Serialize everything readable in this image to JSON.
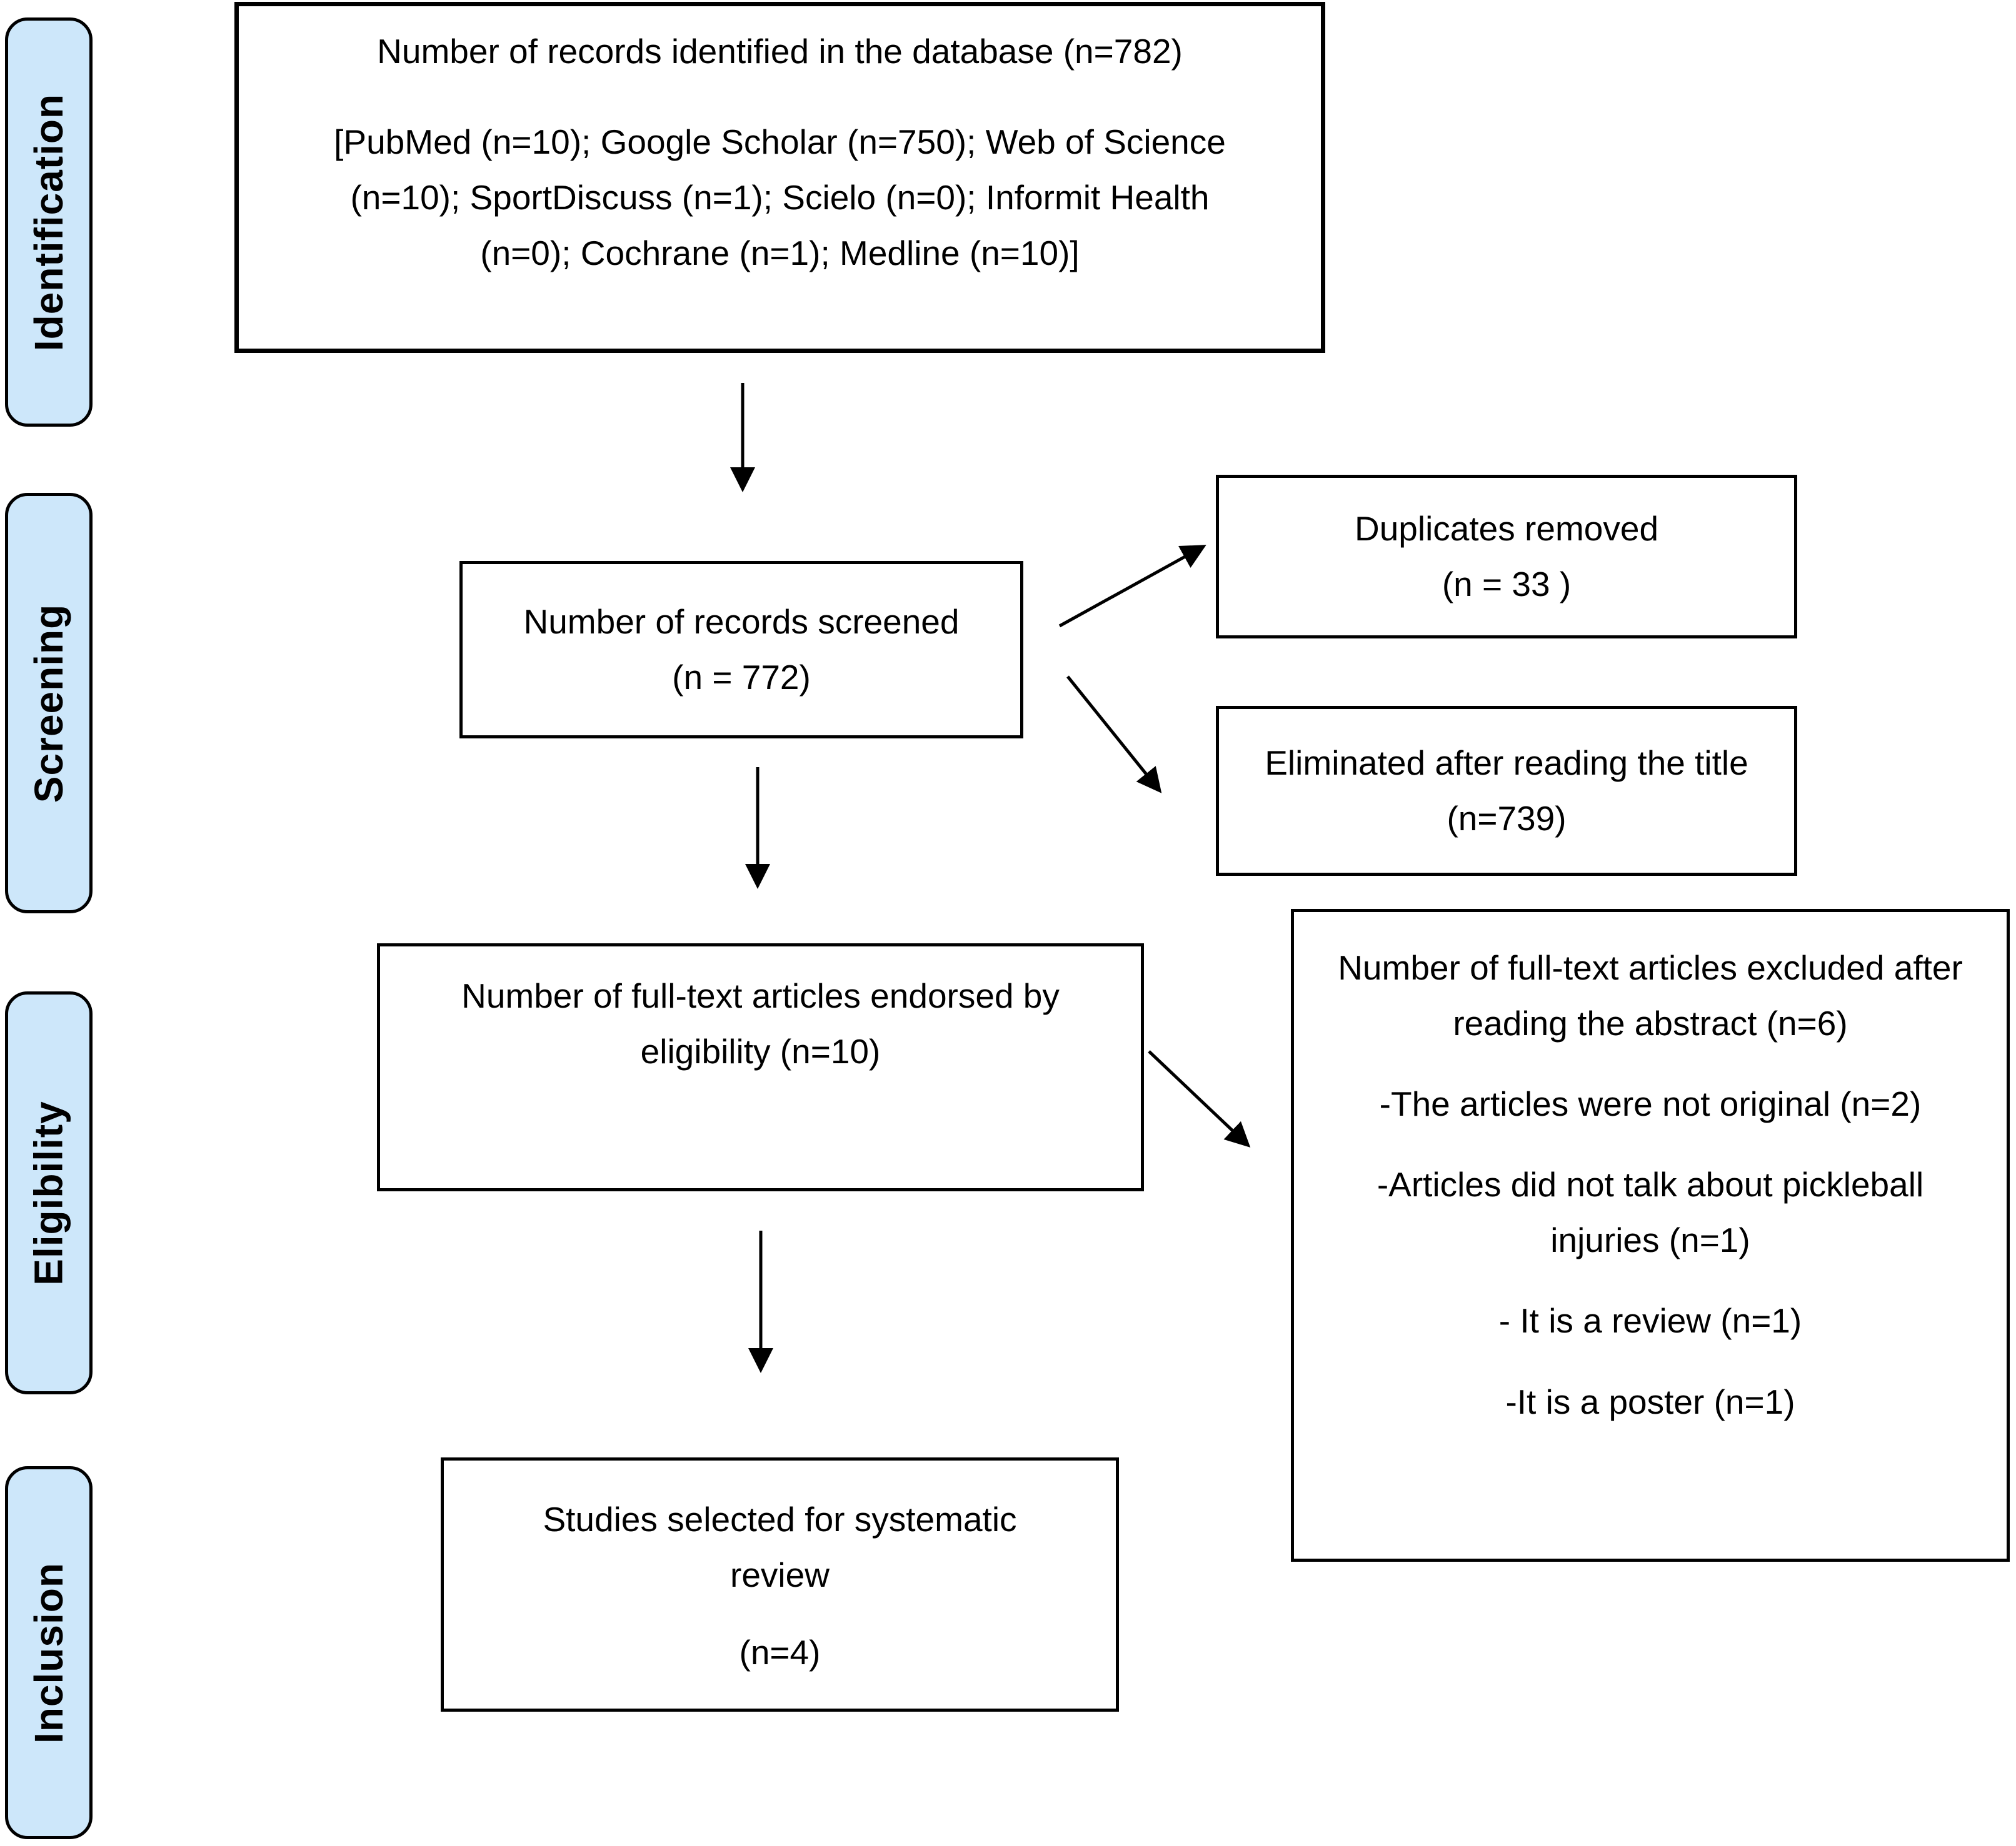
{
  "colors": {
    "stage_fill": "#cde7fa",
    "stage_border": "#000000",
    "box_fill": "#ffffff",
    "box_border": "#000000",
    "arrow": "#000000",
    "text": "#000000"
  },
  "stages": [
    {
      "label": "Identification"
    },
    {
      "label": "Screening"
    },
    {
      "label": "Eligibility"
    },
    {
      "label": "Inclusion"
    }
  ],
  "boxes": {
    "identified": {
      "title": "Number of records identified in the database (n=782)",
      "sources": "[PubMed (n=10); Google Scholar (n=750); Web of Science (n=10); SportDiscuss (n=1); Scielo (n=0); Informit Health (n=0); Cochrane (n=1); Medline (n=10)]"
    },
    "screened": {
      "title": "Number of records screened",
      "count": "(n = 772)"
    },
    "duplicates": {
      "title": "Duplicates removed",
      "count": "(n = 33 )"
    },
    "eliminated": {
      "title": "Eliminated after reading the title (n=739)"
    },
    "endorsed": {
      "title": "Number of full-text articles endorsed by eligibility (n=10)"
    },
    "excluded": {
      "title": "Number of full-text articles excluded after reading the abstract (n=6)",
      "reasons": [
        "-The articles were not original (n=2)",
        "-Articles did not talk about pickleball injuries (n=1)",
        "- It is a review (n=1)",
        "-It is a poster (n=1)"
      ]
    },
    "included": {
      "title": "Studies selected for systematic review",
      "count": "(n=4)"
    }
  }
}
